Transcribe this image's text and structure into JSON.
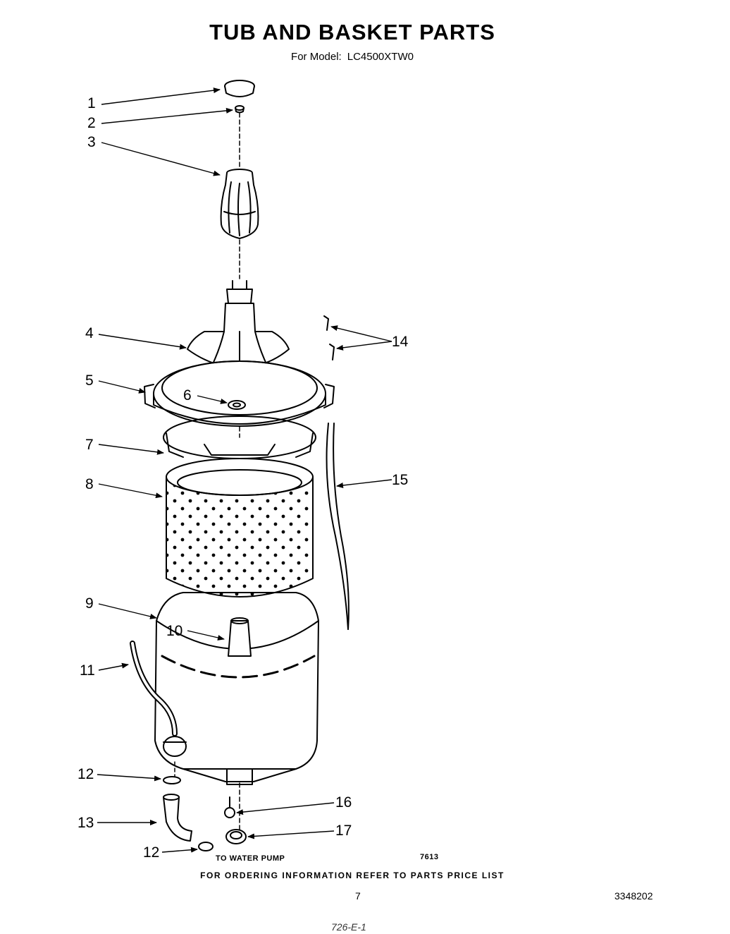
{
  "header": {
    "title": "TUB AND BASKET PARTS",
    "model_prefix": "For Model:",
    "model": "LC4500XTW0"
  },
  "callouts": [
    "1",
    "2",
    "3",
    "4",
    "5",
    "6",
    "7",
    "8",
    "9",
    "10",
    "11",
    "12",
    "13",
    "12",
    "14",
    "15",
    "16",
    "17"
  ],
  "labels": {
    "to_water_pump": "TO WATER PUMP",
    "figure_code": "7613"
  },
  "footer": {
    "ordering_note": "FOR ORDERING INFORMATION REFER TO PARTS PRICE LIST",
    "page_number": "7",
    "document_number": "3348202",
    "handwritten_mark": "726-E-1"
  }
}
